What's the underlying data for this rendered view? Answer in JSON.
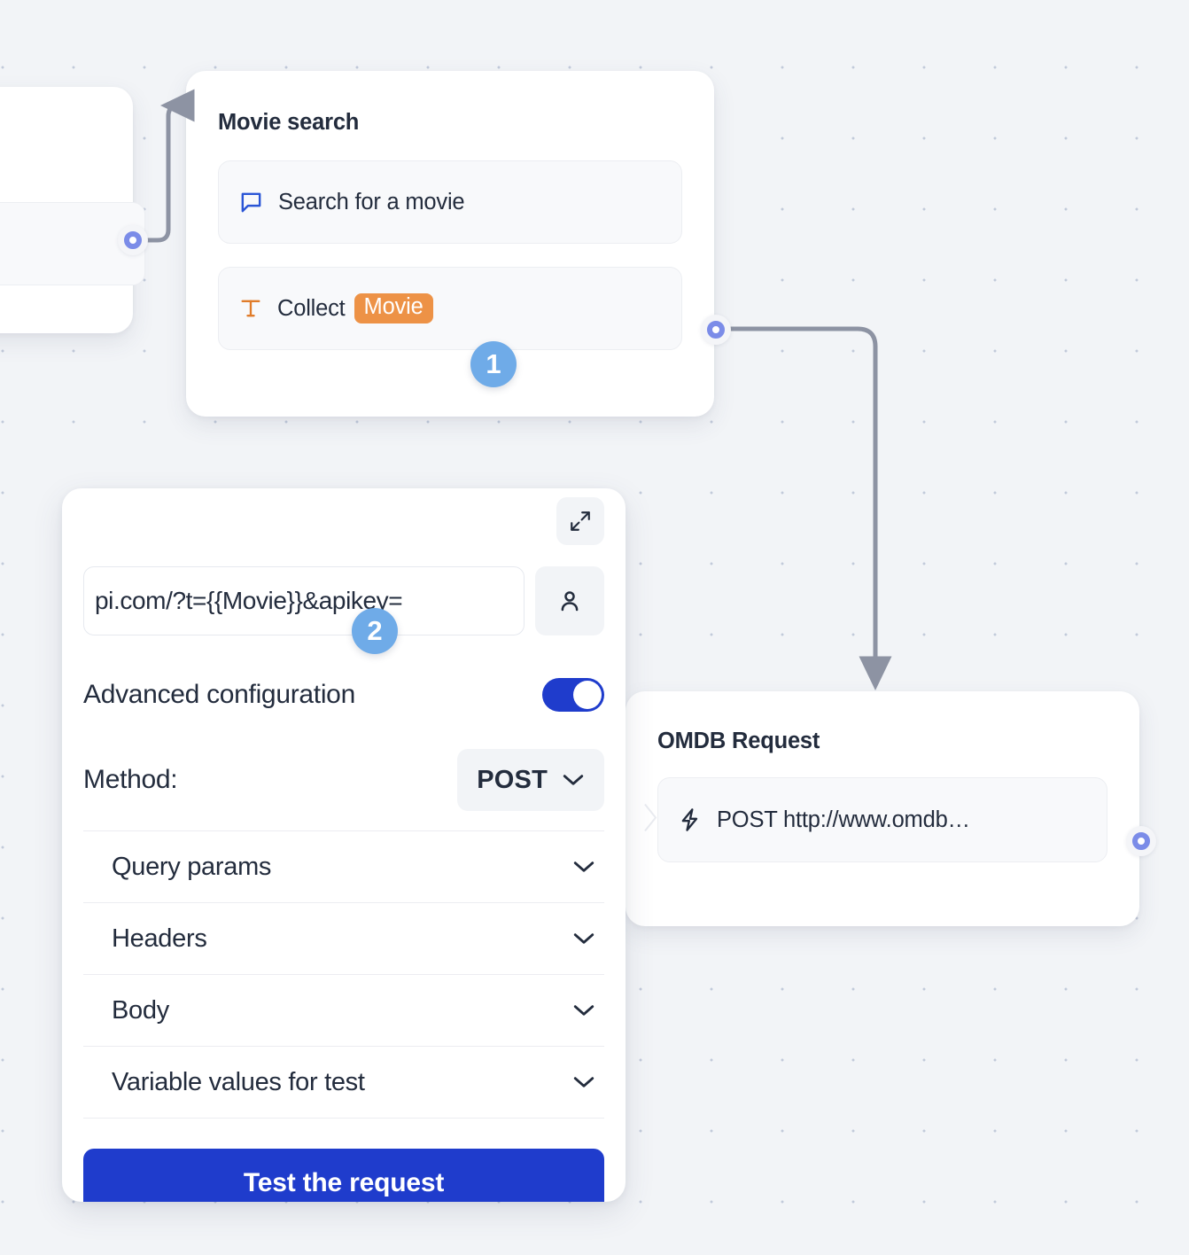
{
  "canvas": {
    "background_color": "#f2f4f7",
    "dot_color": "#c2cada"
  },
  "nodes": [
    {
      "id": "partial",
      "title": "",
      "actions": []
    },
    {
      "id": "movie_search",
      "title": "Movie search",
      "actions": [
        {
          "icon": "message-bubble-icon",
          "icon_color": "#2a55d6",
          "label": "Search for a movie",
          "variable": ""
        },
        {
          "icon": "text-type-icon",
          "icon_color": "#e07c2a",
          "label": "Collect",
          "variable": "Movie"
        }
      ]
    },
    {
      "id": "omdb_request",
      "title": "OMDB Request",
      "actions": [
        {
          "icon": "lightning-bolt-icon",
          "icon_color": "#232c3d",
          "label": "POST http://www.omdb…",
          "variable": ""
        }
      ]
    }
  ],
  "step_markers": [
    {
      "number": "1"
    },
    {
      "number": "2"
    }
  ],
  "request_panel": {
    "expand_icon": "expand-diagonal-icon",
    "user_icon": "user-account-icon",
    "url": {
      "value": "pi.com/?t={{Movie}}&apikey=",
      "placeholder": "Enter request URL"
    },
    "advanced_configuration": {
      "label": "Advanced configuration",
      "enabled": true,
      "accent_color": "#1f3ccc"
    },
    "method": {
      "label": "Method:",
      "value": "POST",
      "chevron_icon": "chevron-down-icon"
    },
    "accordions": [
      {
        "label": "Query params",
        "chevron_icon": "chevron-down-icon",
        "expanded": false
      },
      {
        "label": "Headers",
        "chevron_icon": "chevron-down-icon",
        "expanded": false
      },
      {
        "label": "Body",
        "chevron_icon": "chevron-down-icon",
        "expanded": false
      },
      {
        "label": "Variable values for test",
        "chevron_icon": "chevron-down-icon",
        "expanded": false
      }
    ],
    "test_button": {
      "label": "Test the request",
      "color": "#1f3ccc"
    }
  },
  "colors": {
    "variable_chip": "#ed9246",
    "step_marker": "#6fabe8",
    "port_ring": "#7b8ce8",
    "connector": "#8d93a3",
    "text_primary": "#232c3d"
  }
}
